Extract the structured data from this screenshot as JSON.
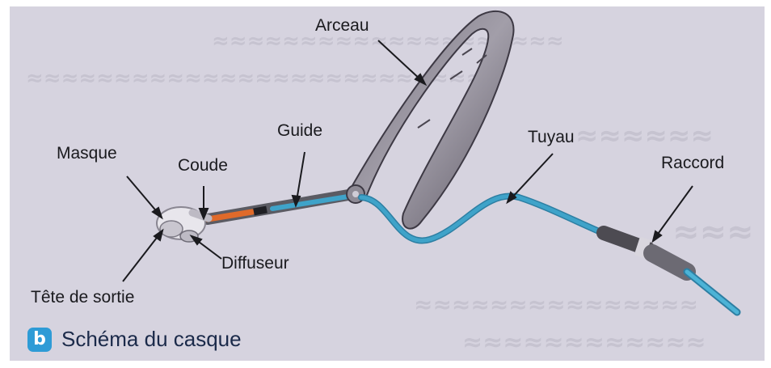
{
  "figure": {
    "badge": "b",
    "caption": "Schéma du casque",
    "background_color": "#d6d3df",
    "tube_color": "#3fa3c9",
    "orange_color": "#e06a2a"
  },
  "labels": {
    "arceau": "Arceau",
    "guide": "Guide",
    "tuyau": "Tuyau",
    "masque": "Masque",
    "coude": "Coude",
    "raccord": "Raccord",
    "diffuseur": "Diffuseur",
    "tete_de_sortie": "Tête de sortie"
  }
}
